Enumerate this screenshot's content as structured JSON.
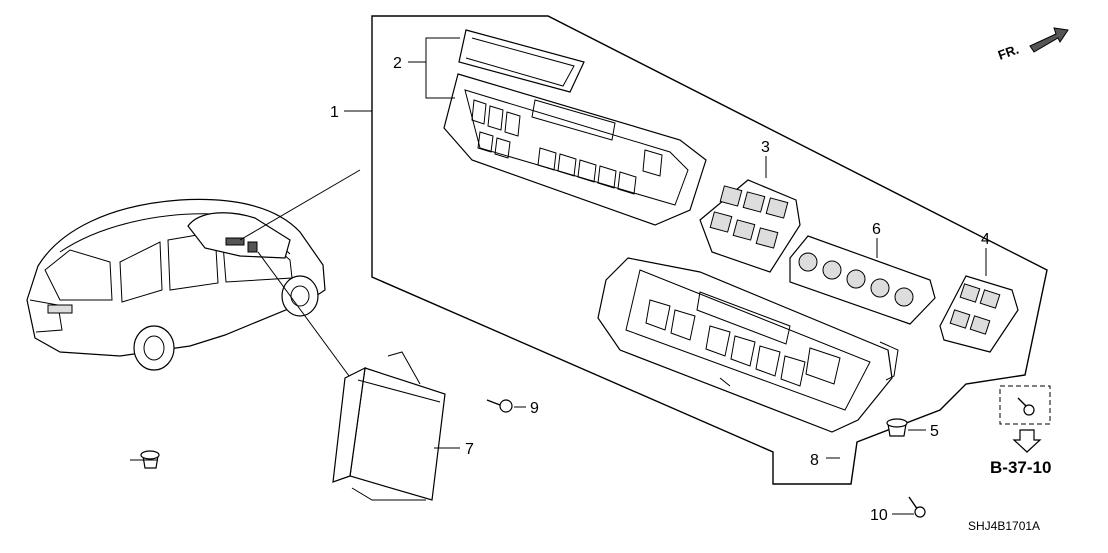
{
  "diagram": {
    "callouts": [
      "1",
      "2",
      "3",
      "4",
      "5",
      "6",
      "7",
      "8",
      "9",
      "10"
    ],
    "reference_label": "B-37-10",
    "front_indicator": "FR.",
    "drawing_code": "SHJ4B1701A"
  },
  "colors": {
    "line": "#000000",
    "background": "#ffffff",
    "fill_shade": "#dddddd"
  }
}
